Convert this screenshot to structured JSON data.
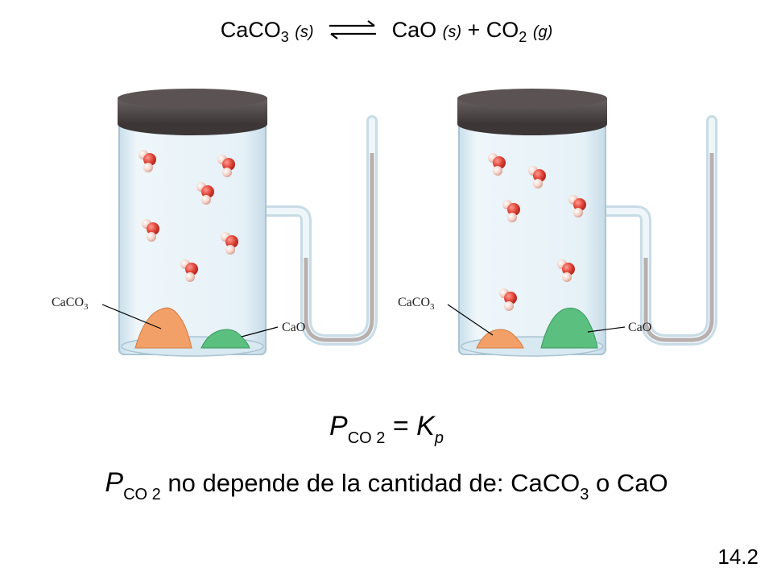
{
  "equation": {
    "reactant": "CaCO",
    "reactant_sub": "3",
    "reactant_state": "(s)",
    "product1": "CaO",
    "product1_state": "(s)",
    "plus": "+",
    "product2": "CO",
    "product2_sub": "2",
    "product2_state": "(g)"
  },
  "labels": {
    "caco3": "CaCO",
    "caco3_sub": "3",
    "cao": "CaO"
  },
  "relation": {
    "P": "P",
    "sub": "CO 2",
    "equals": "=",
    "K": "K",
    "K_sub": "p"
  },
  "note": {
    "P": "P",
    "sub": "CO 2",
    "text": "no depende de la cantidad de: CaCO",
    "text_sub": "3",
    "tail": "o CaO"
  },
  "slide_number": "14.2",
  "colors": {
    "caco3": "#f2a068",
    "cao": "#5bbf80",
    "oxygen": "#e2463a",
    "carbon": "#f4d2c8",
    "lid": "#4a4444",
    "glass": "#dcecf4"
  },
  "icons": [
    "equilibrium-arrows-icon",
    "co2-molecule-icon"
  ]
}
